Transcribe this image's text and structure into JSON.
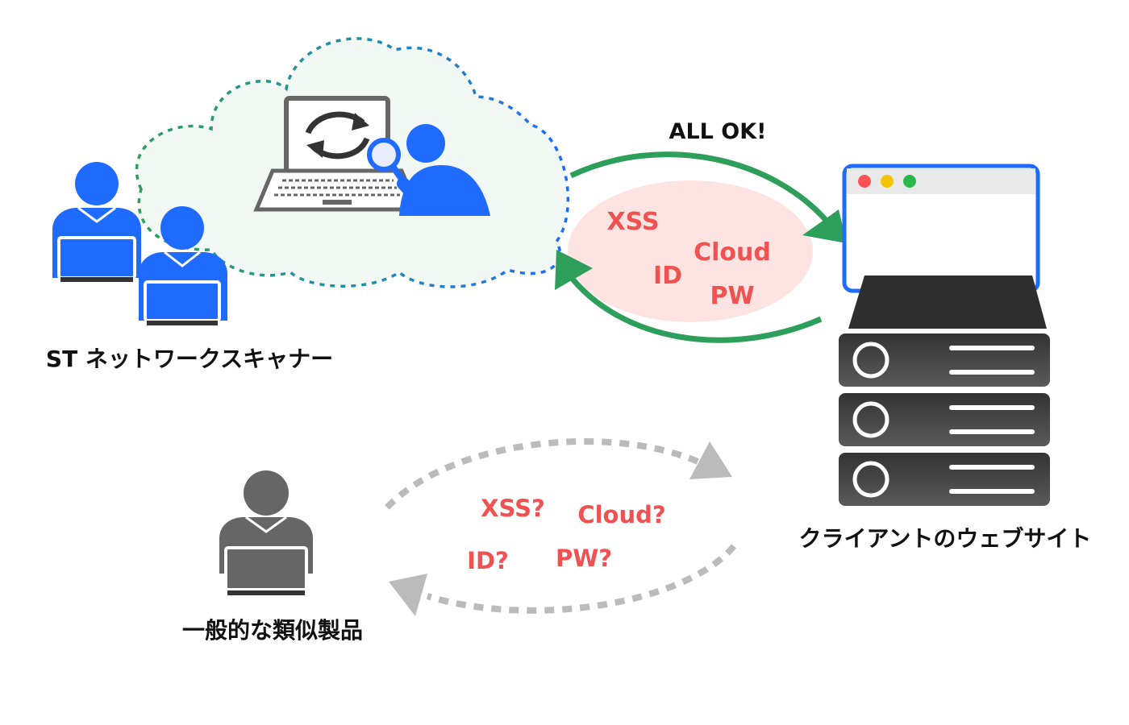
{
  "labels": {
    "scanner": "ST ネットワークスキャナー",
    "client_site": "クライアントのウェブサイト",
    "generic_product": "一般的な類似製品",
    "all_ok": "ALL OK!"
  },
  "scanner_flow": {
    "keywords": [
      "XSS",
      "Cloud",
      "ID",
      "PW"
    ]
  },
  "generic_flow": {
    "keywords": [
      "XSS?",
      "Cloud?",
      "ID?",
      "PW?"
    ]
  },
  "colors": {
    "user_blue": "#1f6bff",
    "user_gray": "#666666",
    "arrow_green": "#2e9e5b",
    "arrow_gray": "#bbbbbb",
    "keyword_red": "#f05252",
    "pink_bubble": "#fde3e1",
    "cloud_fill": "#f1f8f3",
    "server_dark": "#3a3a3a"
  }
}
